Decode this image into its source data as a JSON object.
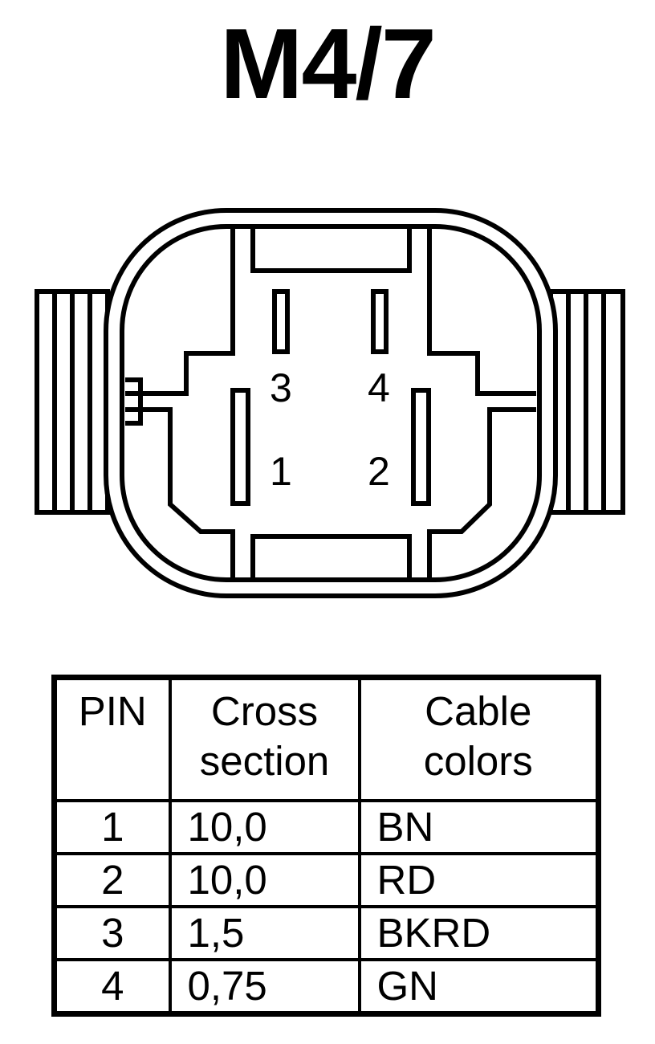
{
  "title": "M4/7",
  "diagram": {
    "pin_labels": [
      {
        "pin": "3"
      },
      {
        "pin": "4"
      },
      {
        "pin": "1"
      },
      {
        "pin": "2"
      }
    ]
  },
  "table": {
    "headers": [
      {
        "line1": "PIN",
        "line2": ""
      },
      {
        "line1": "Cross",
        "line2": "section"
      },
      {
        "line1": "Cable",
        "line2": "colors"
      }
    ],
    "rows": [
      {
        "pin": "1",
        "cross_section": "10,0",
        "color": "BN"
      },
      {
        "pin": "2",
        "cross_section": "10,0",
        "color": "RD"
      },
      {
        "pin": "3",
        "cross_section": "1,5",
        "color": "BKRD"
      },
      {
        "pin": "4",
        "cross_section": "0,75",
        "color": "GN"
      }
    ]
  }
}
